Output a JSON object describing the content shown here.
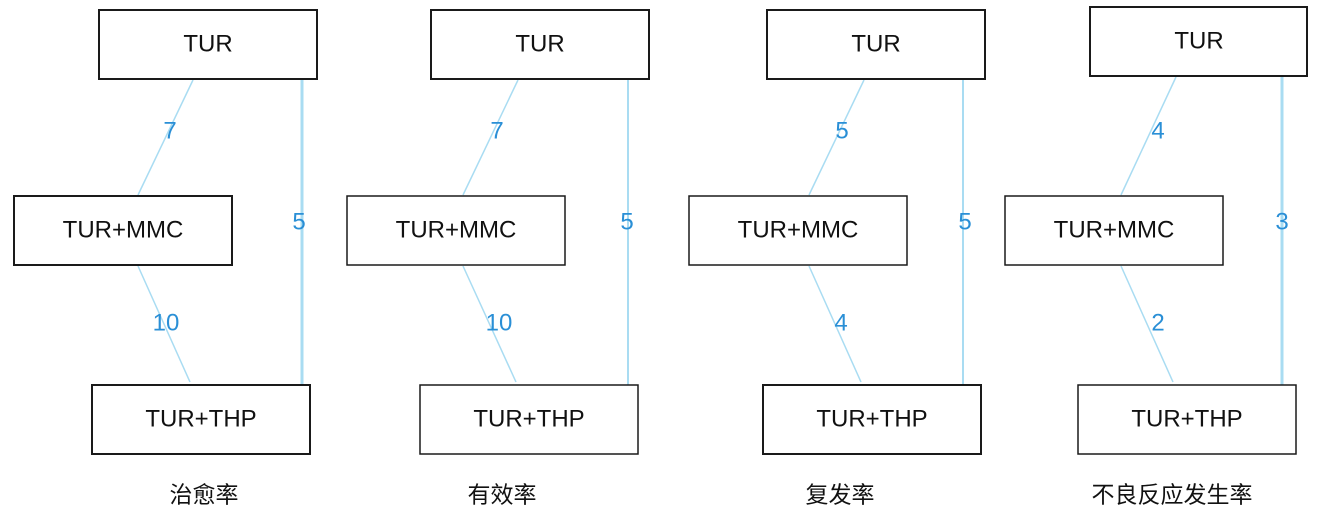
{
  "colors": {
    "edge_line": "#a9dcf2",
    "edge_label": "#2a8fd6",
    "box_border": "#1a1a1a",
    "text": "#111111"
  },
  "panels": [
    {
      "caption": "治愈率",
      "nodes": {
        "top": "TUR",
        "middle": "TUR+MMC",
        "bottom": "TUR+THP"
      },
      "edges": {
        "top_middle": "7",
        "middle_bottom": "10",
        "top_bottom": "5"
      }
    },
    {
      "caption": "有效率",
      "nodes": {
        "top": "TUR",
        "middle": "TUR+MMC",
        "bottom": "TUR+THP"
      },
      "edges": {
        "top_middle": "7",
        "middle_bottom": "10",
        "top_bottom": "5"
      }
    },
    {
      "caption": "复发率",
      "nodes": {
        "top": "TUR",
        "middle": "TUR+MMC",
        "bottom": "TUR+THP"
      },
      "edges": {
        "top_middle": "5",
        "middle_bottom": "4",
        "top_bottom": "5"
      }
    },
    {
      "caption": "不良反应发生率",
      "nodes": {
        "top": "TUR",
        "middle": "TUR+MMC",
        "bottom": "TUR+THP"
      },
      "edges": {
        "top_middle": "4",
        "middle_bottom": "2",
        "top_bottom": "3"
      }
    }
  ]
}
